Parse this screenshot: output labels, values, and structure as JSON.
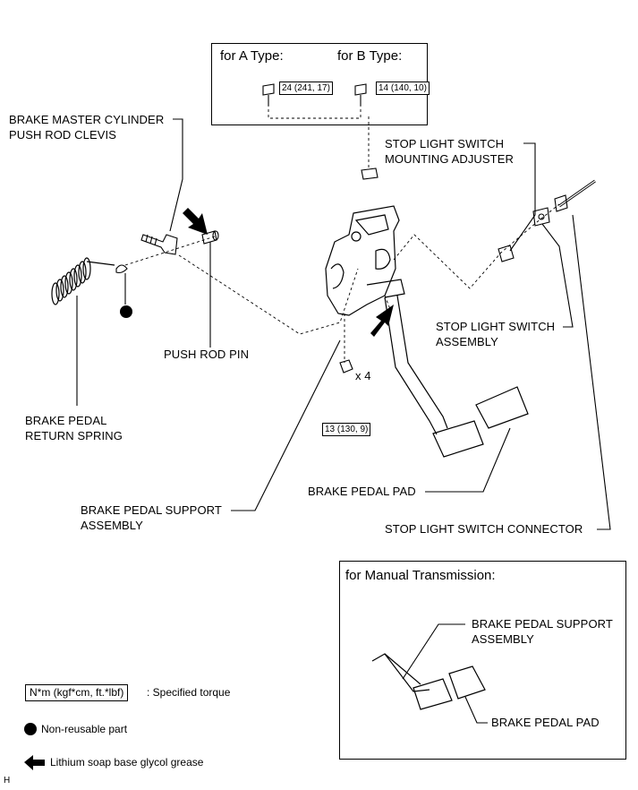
{
  "boxes": {
    "type_a_label": "for A Type:",
    "type_b_label": "for B Type:",
    "manual_label": "for Manual Transmission:"
  },
  "torque": {
    "type_a": "24 (241, 17)",
    "type_b": "14 (140, 10)",
    "nut": "13 (130, 9)"
  },
  "labels": {
    "master_cyl_clevis_1": "BRAKE MASTER CYLINDER",
    "master_cyl_clevis_2": "PUSH ROD CLEVIS",
    "stop_adjuster_1": "STOP LIGHT SWITCH",
    "stop_adjuster_2": "MOUNTING ADJUSTER",
    "push_rod_pin": "PUSH ROD PIN",
    "stop_switch_assy_1": "STOP LIGHT SWITCH",
    "stop_switch_assy_2": "ASSEMBLY",
    "qty": "x 4",
    "return_spring_1": "BRAKE PEDAL",
    "return_spring_2": "RETURN SPRING",
    "pedal_pad": "BRAKE PEDAL PAD",
    "support_assy_1": "BRAKE PEDAL SUPPORT",
    "support_assy_2": "ASSEMBLY",
    "stop_connector": "STOP LIGHT SWITCH CONNECTOR",
    "mt_support_1": "BRAKE PEDAL SUPPORT",
    "mt_support_2": "ASSEMBLY",
    "mt_pad": "BRAKE PEDAL PAD"
  },
  "legend": {
    "torque_box": "N*m (kgf*cm, ft.*lbf)",
    "torque_text": ": Specified torque",
    "nonreusable": "Non-reusable part",
    "grease": "Lithium soap base glycol grease"
  },
  "corner_mark": "H"
}
